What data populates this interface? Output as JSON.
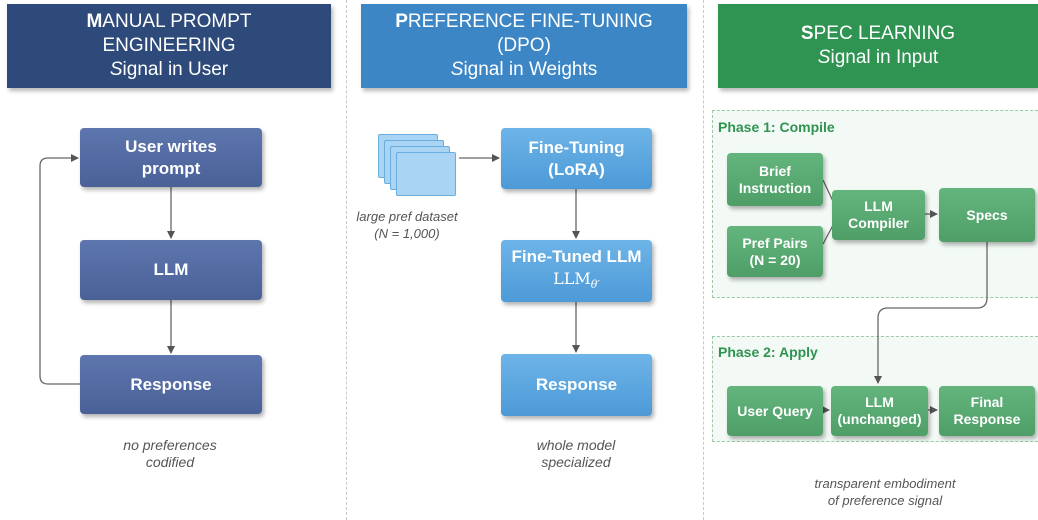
{
  "columns": [
    {
      "header": {
        "title_initial": "M",
        "title_rest": "ANUAL PROMPT",
        "title_line2": "ENGINEERING",
        "subtitle": "Signal in User"
      },
      "boxes": [
        "User writes\nprompt",
        "LLM",
        "Response"
      ],
      "caption": "no preferences\ncodified"
    },
    {
      "header": {
        "title_initial": "P",
        "title_rest": "REFERENCE FINE-TUNING",
        "title_line2": "(DPO)",
        "subtitle": "Signal in Weights"
      },
      "dataset_label": "large pref dataset\n(N = 1,000)",
      "boxes": [
        "Fine-Tuning\n(LoRA)",
        "Fine-Tuned LLM",
        "Response"
      ],
      "finetuned_math": "LLMθ′",
      "caption": "whole model\nspecialized"
    },
    {
      "header": {
        "title_initial": "S",
        "title_rest": "PEC LEARNING",
        "title_line2": "",
        "subtitle": "Signal in Input"
      },
      "phase1": {
        "label": "Phase 1: Compile",
        "boxes": [
          "Brief\nInstruction",
          "Pref Pairs\n(N = 20)",
          "LLM\nCompiler",
          "Specs"
        ]
      },
      "phase2": {
        "label": "Phase 2: Apply",
        "boxes": [
          "User Query",
          "LLM\n(unchanged)",
          "Final\nResponse"
        ]
      },
      "caption": "transparent embodiment\nof preference signal"
    }
  ],
  "colors": {
    "header_col1": "#2e4a7a",
    "header_col2": "#3c86c6",
    "header_col3": "#2f9352",
    "box_dark": "#4f679e",
    "box_light": "#5aa7e0",
    "box_green": "#58a872",
    "phase_border": "#9ccaa9"
  }
}
